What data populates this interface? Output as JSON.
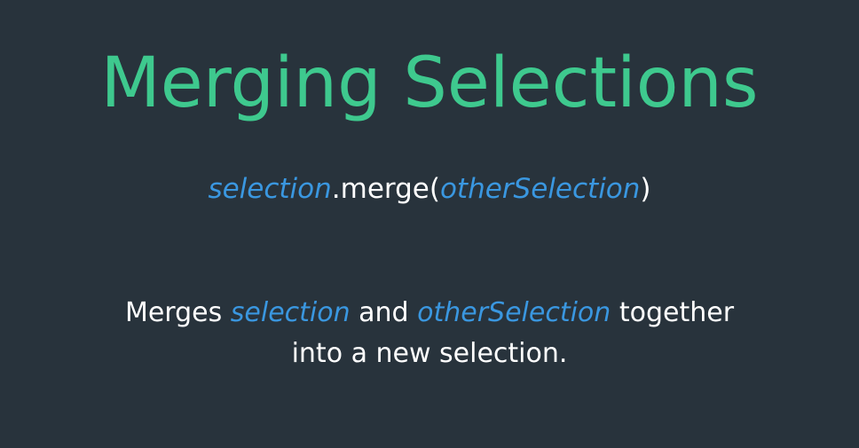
{
  "title": "Merging Selections",
  "signature": {
    "object": "selection",
    "method": ".merge(",
    "argument": "otherSelection",
    "close": ")"
  },
  "description": {
    "line1_start": "Merges ",
    "line1_arg1": "selection",
    "line1_mid": " and ",
    "line1_arg2": "otherSelection",
    "line1_end": " together",
    "line2": "into a new selection."
  },
  "colors": {
    "background": "#28333c",
    "title": "#3ec98e",
    "argument": "#3a97e0",
    "text": "#ffffff"
  }
}
